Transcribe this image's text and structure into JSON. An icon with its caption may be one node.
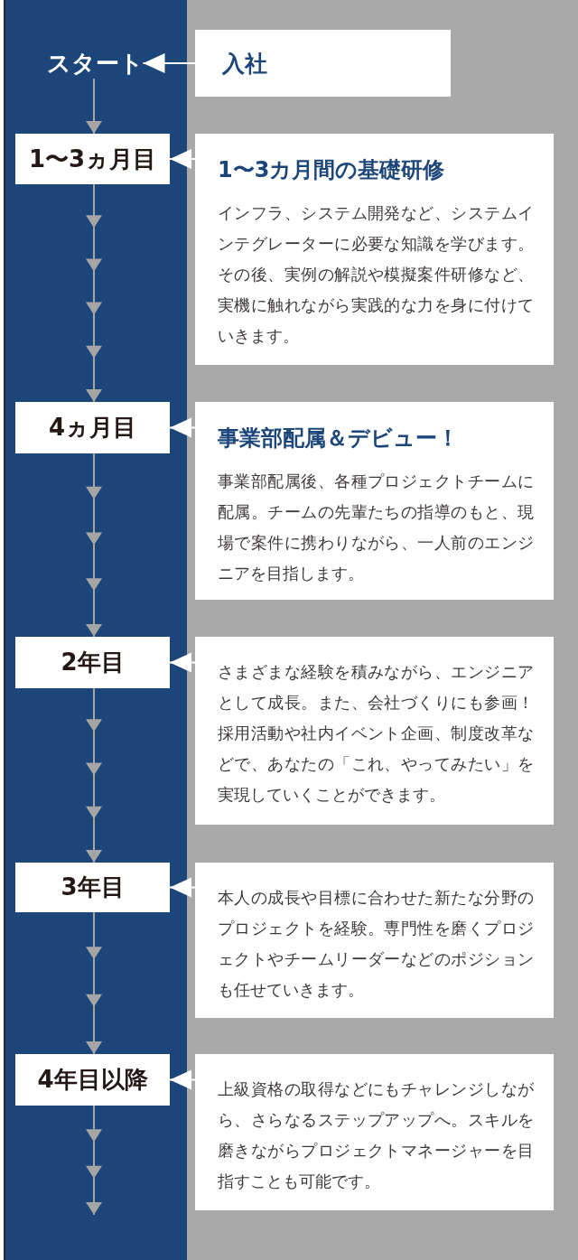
{
  "diagram": {
    "nodes": [
      {
        "text": [
          "スタート"
        ]
      },
      {
        "text": [
          "入社"
        ]
      },
      {
        "text": [
          "1〜3ヵ月目"
        ]
      },
      {
        "text": [
          "1〜3カ月間の基礎研修",
          "インフラ、システム開発など、システムインテグレーターに必要な知識を学びます。その後、実例の解説や模擬案件研修など、実機に触れながら実践的な力を身に付けていきます。"
        ]
      },
      {
        "text": [
          "4ヵ月目"
        ]
      },
      {
        "text": [
          "事業部配属＆デビュー！",
          "事業部配属後、各種プロジェクトチームに配属。チームの先輩たちの指導のもと、現場で案件に携わりながら、一人前のエンジニアを目指します。"
        ]
      },
      {
        "text": [
          "2年目"
        ]
      },
      {
        "text": [
          "さまざまな経験を積みながら、エンジニアとして成長。また、会社づくりにも参画！採用活動や社内イベント企画、制度改革などで、あなたの「これ、やってみたい」を実現していくことができます。"
        ]
      },
      {
        "text": [
          "3年目"
        ]
      },
      {
        "text": [
          "本人の成長や目標に合わせた新たな分野のプロジェクトを経験。専門性を磨くプロジェクトやチームリーダーなどのポジションも任せていきます。"
        ]
      },
      {
        "text": [
          "4年目以降"
        ]
      },
      {
        "text": [
          "上級資格の取得などにもチャレンジしながら、さらなるステップアップへ。スキルを磨きながらプロジェクトマネージャーを目指すことも可能です。"
        ]
      }
    ],
    "edges": [
      {
        "from": 1,
        "to": 0,
        "arrow": "to"
      },
      {
        "from": 0,
        "to": 2,
        "arrow": "to"
      },
      {
        "from": 3,
        "to": 2,
        "arrow": "to"
      },
      {
        "from": 2,
        "to": 4,
        "arrow": "to"
      },
      {
        "from": 5,
        "to": 4,
        "arrow": "to"
      },
      {
        "from": 4,
        "to": 6,
        "arrow": "to"
      },
      {
        "from": 7,
        "to": 6,
        "arrow": "to"
      },
      {
        "from": 6,
        "to": 8,
        "arrow": "to"
      },
      {
        "from": 9,
        "to": 8,
        "arrow": "to"
      },
      {
        "from": 8,
        "to": 10,
        "arrow": "to"
      },
      {
        "from": 11,
        "to": 10,
        "arrow": "to"
      },
      {
        "from": 10,
        "to": null,
        "arrow": "to"
      }
    ]
  }
}
